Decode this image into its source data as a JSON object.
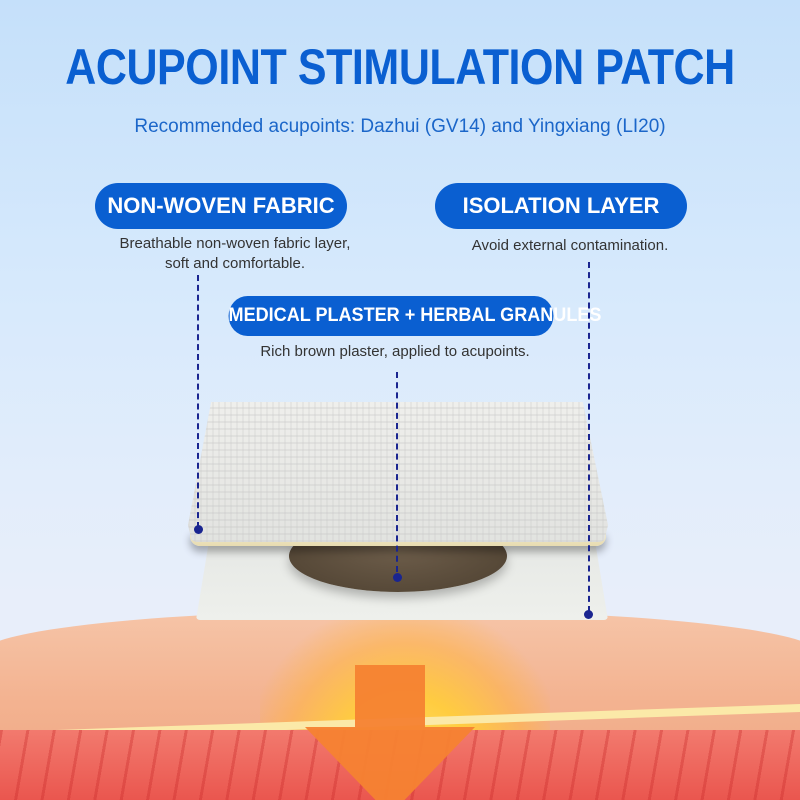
{
  "header": {
    "title": "ACUPOINT STIMULATION PATCH",
    "subtitle": "Recommended acupoints: Dazhui (GV14) and Yingxiang (LI20)"
  },
  "callouts": [
    {
      "label": "NON-WOVEN FABRIC",
      "description_line1": "Breathable non-woven fabric layer,",
      "description_line2": "soft and comfortable."
    },
    {
      "label": "ISOLATION LAYER",
      "description_line1": "Avoid external contamination."
    },
    {
      "label": "MEDICAL PLASTER + HERBAL GRANULES",
      "description_line1": "Rich brown plaster, applied to acupoints."
    }
  ],
  "colors": {
    "accent": "#0a5fd1",
    "leader_line": "#1a2590",
    "plaster": "#5a4b3a",
    "arrow": "#f58232"
  },
  "illustration": {
    "arrow_icon": "arrow-down-icon"
  }
}
